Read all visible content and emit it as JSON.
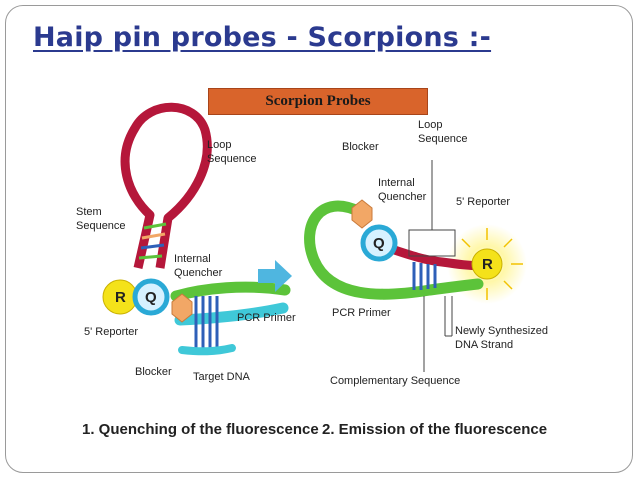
{
  "title": "Haip pin probes - Scorpions :-",
  "banner": "Scorpion Probes",
  "left_panel": {
    "loop_l1": "Loop",
    "loop_l2": "Sequence",
    "stem_l1": "Stem",
    "stem_l2": "Sequence",
    "quencher_l1": "Internal",
    "quencher_l2": "Quencher",
    "reporter_letter": "R",
    "quencher_letter": "Q",
    "reporter_label": "5' Reporter",
    "pcr_primer": "PCR Primer",
    "blocker": "Blocker",
    "target_dna": "Target DNA",
    "caption": "1. Quenching of the fluorescence"
  },
  "right_panel": {
    "blocker": "Blocker",
    "loop_l1": "Loop",
    "loop_l2": "Sequence",
    "quencher_l1": "Internal",
    "quencher_l2": "Quencher",
    "reporter_label": "5' Reporter",
    "quencher_letter": "Q",
    "reporter_letter": "R",
    "pcr_primer": "PCR Primer",
    "newly_l1": "Newly Synthesized",
    "newly_l2": "DNA Strand",
    "complementary": "Complementary Sequence",
    "caption": "2. Emission of the fluorescence"
  },
  "colors": {
    "title": "#2b3a8f",
    "banner": "#d9642b",
    "loop": "#b5173a",
    "primer": "#5cc33a",
    "target": "#3fc8d8",
    "reporter": "#f4e21a",
    "quencher": "#2aa9d6",
    "blocker": "#f2a766",
    "arrow": "#4fb6e0"
  }
}
